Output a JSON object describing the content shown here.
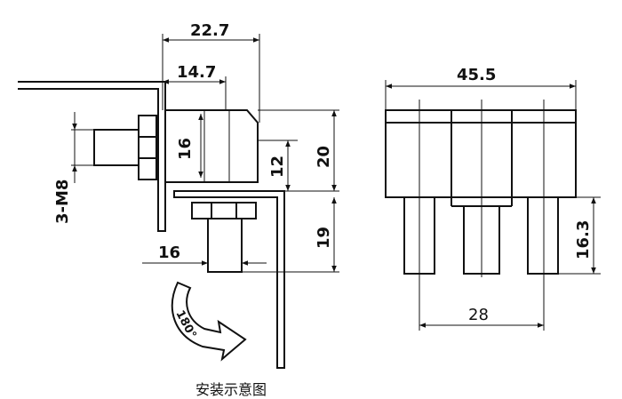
{
  "dimensions": {
    "overall_width_side": "22.7",
    "body_depth": "14.7",
    "body_height": "16",
    "offset": "12",
    "total_height": "20",
    "thread": "3-M8",
    "bolt_length": "19",
    "hex_width": "16",
    "front_width": "45.5",
    "pin_length": "16.3",
    "pin_pitch": "28"
  },
  "rotation_label": "180°",
  "caption": "安装示意图"
}
